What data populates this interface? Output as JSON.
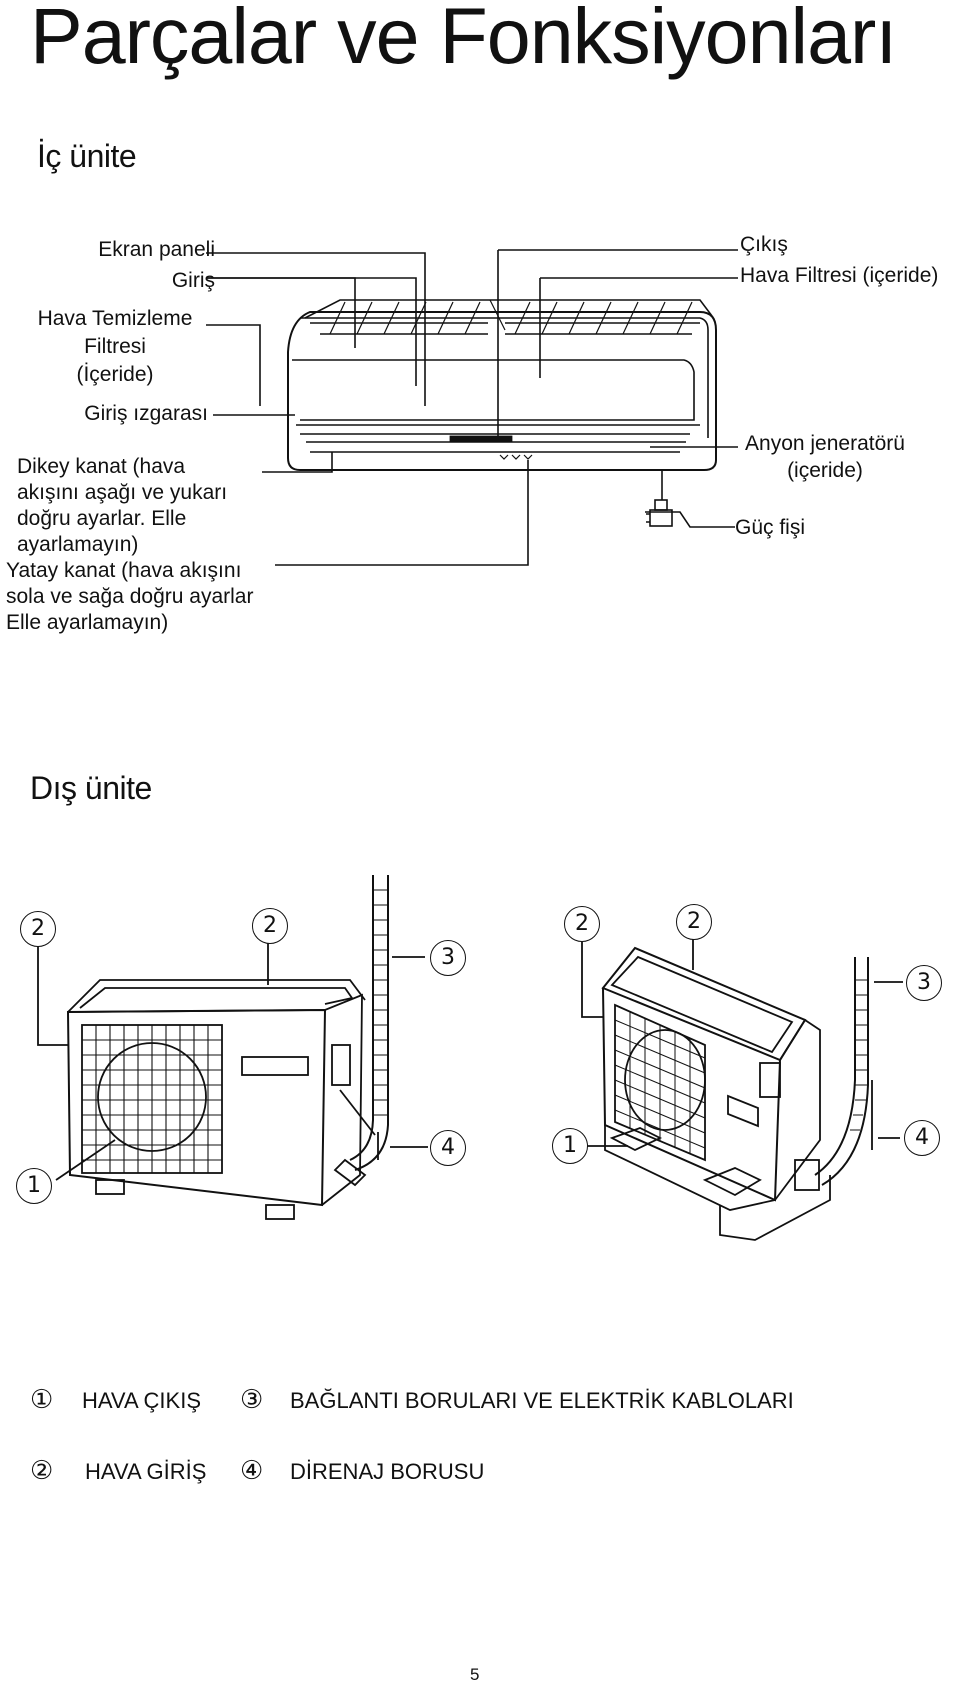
{
  "title": "Parçalar ve Fonksiyonları",
  "indoor": {
    "heading": "İç ünite",
    "labels": {
      "display_panel": "Ekran paneli",
      "inlet": "Giriş",
      "air_clean_filter_1": "Hava Temizleme",
      "air_clean_filter_2": "Filtresi",
      "air_clean_filter_3": "(İçeride)",
      "inlet_grille": "Giriş ızgarası",
      "vertical_flap_1": "Dikey kanat (hava",
      "vertical_flap_2": "akışını aşağı ve yukarı",
      "vertical_flap_3": "doğru ayarlar. Elle",
      "vertical_flap_4": "ayarlamayın)",
      "horizontal_flap_1": "Yatay kanat (hava akışını",
      "horizontal_flap_2": "sola ve sağa doğru ayarlar",
      "horizontal_flap_3": "Elle ayarlamayın)",
      "outlet": "Çıkış",
      "air_filter": "Hava Filtresi (içeride)",
      "anion_1": "Anyon jeneratörü",
      "anion_2": "(içeride)",
      "power_plug": "Güç fişi"
    }
  },
  "outdoor": {
    "heading": "Dış ünite",
    "callouts": [
      "1",
      "2",
      "3",
      "4"
    ]
  },
  "legend": [
    {
      "num": "①",
      "text": "HAVA ÇIKIŞ"
    },
    {
      "num": "②",
      "text": "HAVA GİRİŞ"
    },
    {
      "num": "③",
      "text": "BAĞLANTI BORULARI VE ELEKTRİK KABLOLARI"
    },
    {
      "num": "④",
      "text": "DİRENAJ BORUSU"
    }
  ],
  "page_number": "5"
}
